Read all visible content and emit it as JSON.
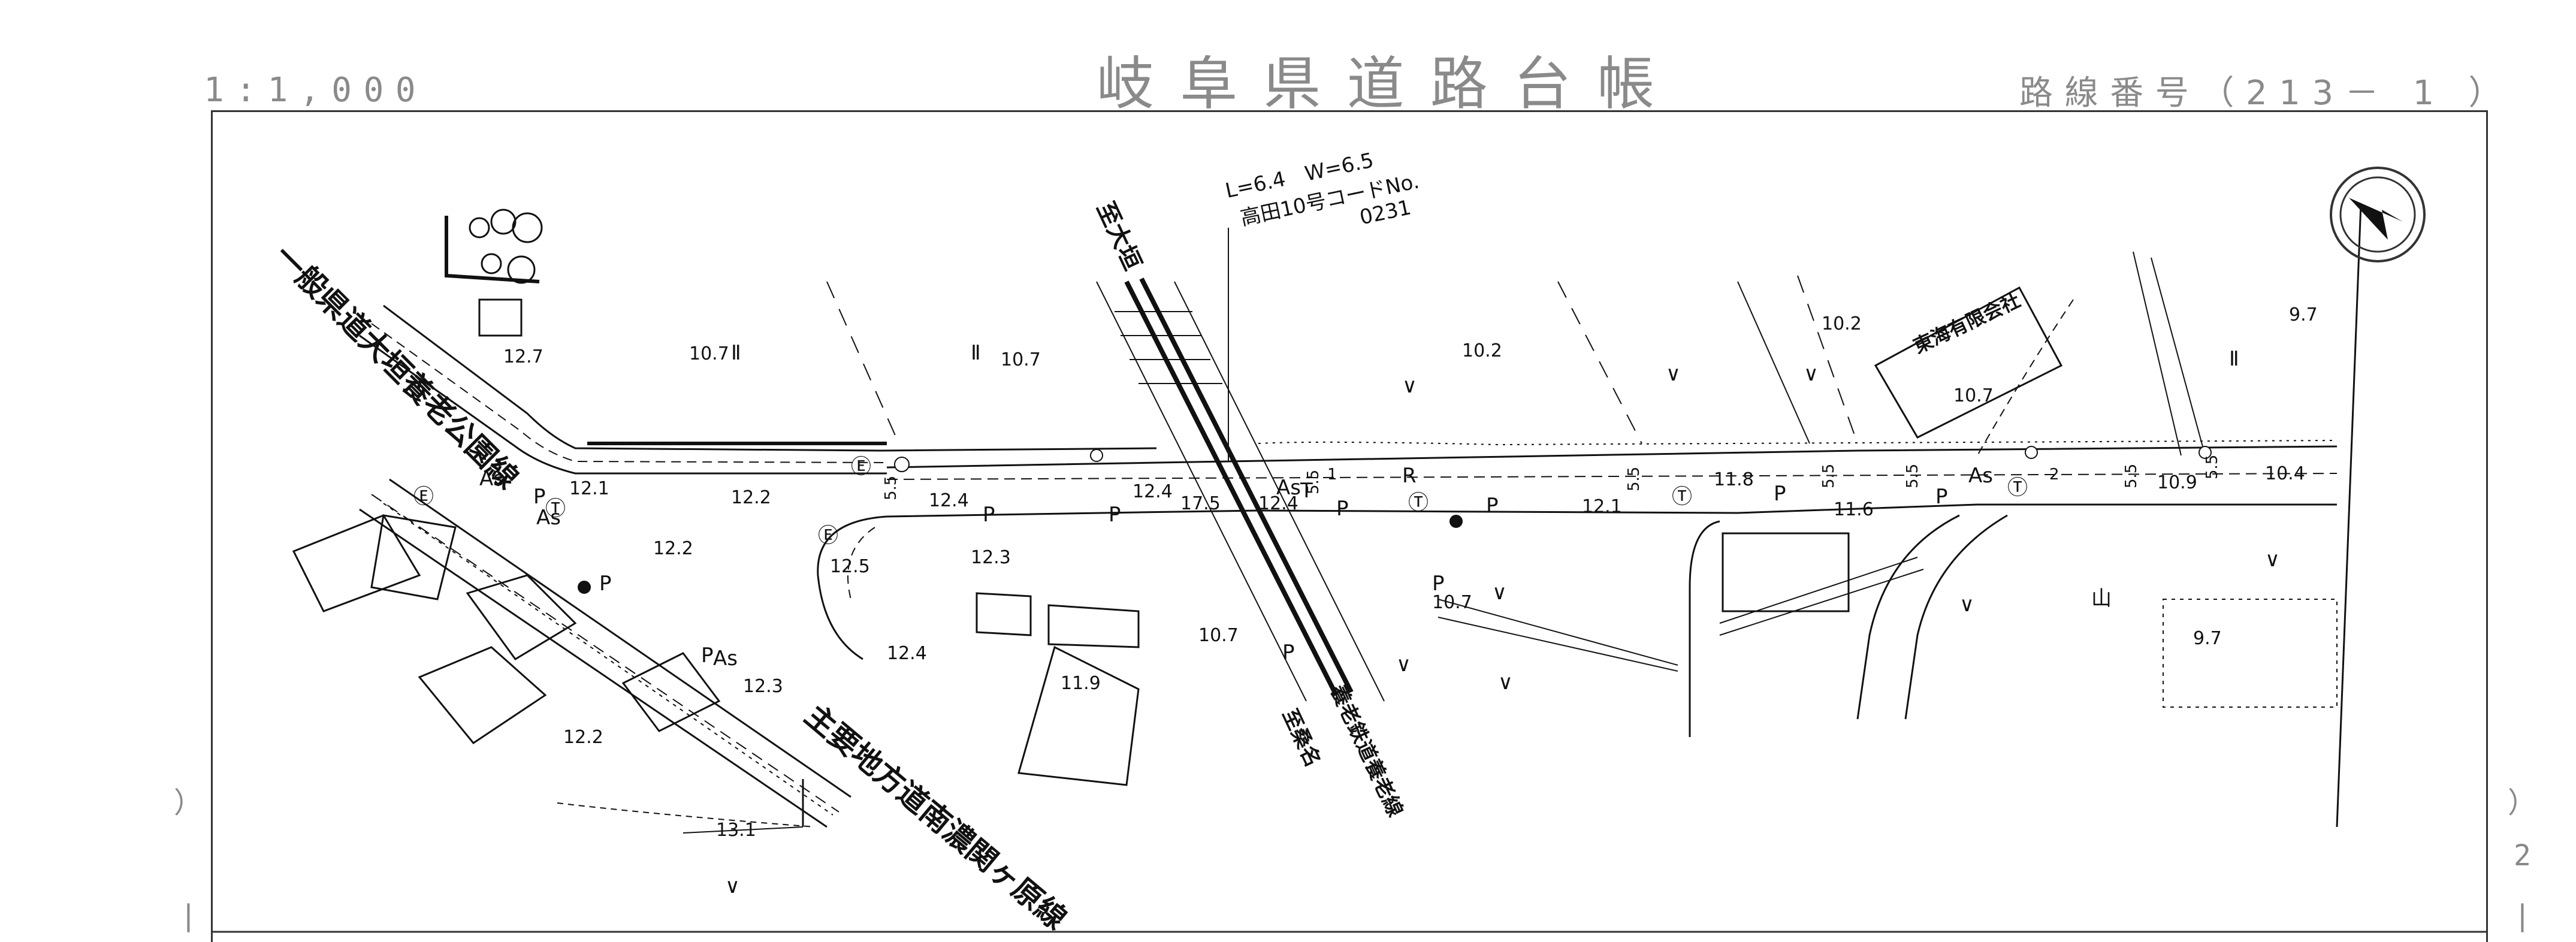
{
  "header": {
    "scale": "1:1,000",
    "title": "岐阜県道路台帳",
    "route_number": "路線番号（213－ 1 ）"
  },
  "margin": {
    "left_mark": "）",
    "right_top_mark": "）",
    "right_mid_mark": "2",
    "bottom_mark_left": "|",
    "bottom_mark_right": "|"
  },
  "map": {
    "road_names": {
      "pref_road": "一般県道大垣養老公園線",
      "main_road": "主要地方道南濃関ヶ原線",
      "railway": "養老鉄道養老線",
      "to_ogaki": "至大垣",
      "to_kuwana": "至桑名"
    },
    "bridge": {
      "dims": "L=6.4　W=6.5",
      "name_code": "高田10号コードNo.",
      "code": "0231"
    },
    "company": "東海有限会社",
    "elevations": [
      "12.7",
      "10.7",
      "10.7",
      "10.2",
      "10.2",
      "9.7",
      "12.1",
      "12.2",
      "12.4",
      "12.4",
      "17.5",
      "12.4",
      "11.8",
      "12.1",
      "11.6",
      "10.9",
      "10.4",
      "12.2",
      "12.3",
      "12.5",
      "12.4",
      "11.9",
      "10.7",
      "10.7",
      "10.7",
      "12.3",
      "12.2",
      "13.1",
      "9.7"
    ],
    "surface_marks": {
      "asphalt": "As",
      "pole": "P",
      "telecom": "Ⓣ",
      "electric": "Ⓔ",
      "rice_field": "Ⅱ",
      "dry_field": "∨",
      "mountain": "山"
    },
    "widths": [
      "5.5",
      "5.5",
      "5.5",
      "5.5",
      "5.5",
      "5.5",
      "5.5",
      "2",
      "1"
    ],
    "misc": [
      "R",
      "T"
    ]
  }
}
